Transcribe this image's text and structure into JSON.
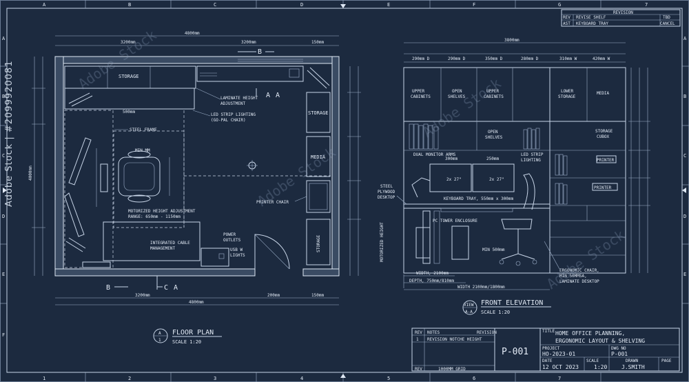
{
  "grid": {
    "cols": [
      "A",
      "B",
      "C",
      "D",
      "E",
      "F",
      "G",
      "7"
    ],
    "bottom_cols": [
      "1",
      "2",
      "3",
      "4",
      "5",
      "6",
      "7"
    ],
    "rows": [
      "A",
      "B",
      "C",
      "D",
      "E",
      "F"
    ]
  },
  "floor_plan": {
    "overall_width": "4800mm",
    "top_dim_left": "3200mm",
    "top_dim_mid": "3200mm",
    "top_dim_right": "150mm",
    "bottom_dim_left": "3200mm",
    "bottom_dim_mid": "200mm",
    "bottom_dim_right": "150mm",
    "bottom_overall": "4800mm",
    "left_overall": "4000mm",
    "labels": {
      "storage_top": "STORAGE",
      "storage_right": "STORAGE",
      "media": "MEDIA",
      "storage_bottom": "STORAGE",
      "laminate_height": "LAMINATE HEIGHT",
      "laminate_adjust": "ADJUSTMENT",
      "led_strip": "LED STRIP LIGHTING",
      "led_strip_sub": "(GO-PAL CHAIR)",
      "steel_frame": "STEEL FRAME",
      "desk_len": "500mm",
      "min_mm": "MIN MM",
      "motorized": "MOTORIZED HEIGHT ADJUSTMENT",
      "range": "RANGE: 650mm - 1150mm",
      "integrated": "INTEGRATED CABLE",
      "management": "MANAGEMENT",
      "power": "POWER",
      "outlets": "OUTLETS",
      "usb": "USB W",
      "lights": "LIGHTS",
      "printer_chair": "PRINTER CHAIR",
      "section_b": "B",
      "section_a": "A",
      "section_c": "C"
    },
    "title": "FLOOR PLAN",
    "scale": "SCALE 1:20",
    "marker_top": "A",
    "marker_bottom": "1"
  },
  "elevation": {
    "overall_width": "3800mm",
    "cols": [
      "290mm D",
      "290mm D",
      "350mm D",
      "280mm D",
      "310mm W",
      "420mm W"
    ],
    "labels": {
      "upper_cabinets": "UPPER",
      "upper_cabinets_2": "CABINETS",
      "open_shelves": "OPEN",
      "open_shelves_2": "SHELVES",
      "upper_2": "UPPER",
      "cabinets_2": "CABINETS",
      "lower_storage": "LOWER",
      "lower_storage_2": "STORAGE",
      "media": "MEDIA",
      "storage_cubes": "STORAGE",
      "storage_cubes_2": "CUBOX",
      "open_shelves_mid": "OPEN",
      "open_shelves_mid_2": "SHELVES",
      "dual_monitor": "DUAL MONITOR ARMS",
      "led_strip": "LED STRIP",
      "lighting": "LIGHTING",
      "monitor_a": "2x 27\"",
      "monitor_b": "2x 27\"",
      "mon_dim_a": "300mm",
      "mon_dim_b": "250mm",
      "printer": "PRINTER",
      "printer_2": "PRINTER",
      "steel": "STEEL",
      "plywood": "PLYWOOD",
      "desktop": "DESKTOP",
      "keyboard": "KEYBOARD TRAY, 550mm x 300mm",
      "pc_tower": "PC TOWER ENCLOSURE",
      "motorized_v": "MOTORIZED HEIGHT",
      "min_500": "MIN 500mm",
      "width": "WIDTH, 2100mm",
      "depth": "DEPTH, 750mm/810mm",
      "width_total": "WIDTH 2100mm/1800mm",
      "chair_1": "ERGONOMIC CHAIR,",
      "chair_2": "MIN 50MMSA,",
      "chair_3": "LAMINATE DESKTOP"
    },
    "title": "FRONT ELEVATION",
    "scale": "SCALE 1:20",
    "view_tag": "VIEW",
    "view_sub": "A-A"
  },
  "revision_block": {
    "header": "REVISION",
    "rows": [
      {
        "no": "REV",
        "desc": "REVISE SHELF",
        "date": "TBD"
      },
      {
        "no": "AST",
        "desc": "KEYBOARD TRAY",
        "date": "CANCEL"
      }
    ]
  },
  "title_block": {
    "rev_label": "REV",
    "notes_label": "NOTES",
    "revision_label": "REVISION",
    "note_row": "REVISION NOTCHE HEIGHT",
    "rev_row_1": "1",
    "rev_bottom": "REV",
    "note_bottom": "1000MM GRID",
    "sheet": "P-001",
    "title_label": "TITLE",
    "title_1": "HOME OFFICE PLANNING,",
    "title_2": "ERGONOMIC LAYOUT & SHELVING",
    "project_label": "PROJECT",
    "project": "HO-2023-01",
    "dwg_label": "DWG NO",
    "dwg": "P-001",
    "date_label": "DATE",
    "date": "12 OCT 2023",
    "scale_label": "SCALE",
    "scale": "1:20",
    "drawn_label": "DRAWN",
    "drawn": "J.SMITH",
    "page_label": "PAGE"
  },
  "watermark": {
    "text": "Adobe Stock | #2099920081",
    "overlay": "Adobe Stock"
  }
}
